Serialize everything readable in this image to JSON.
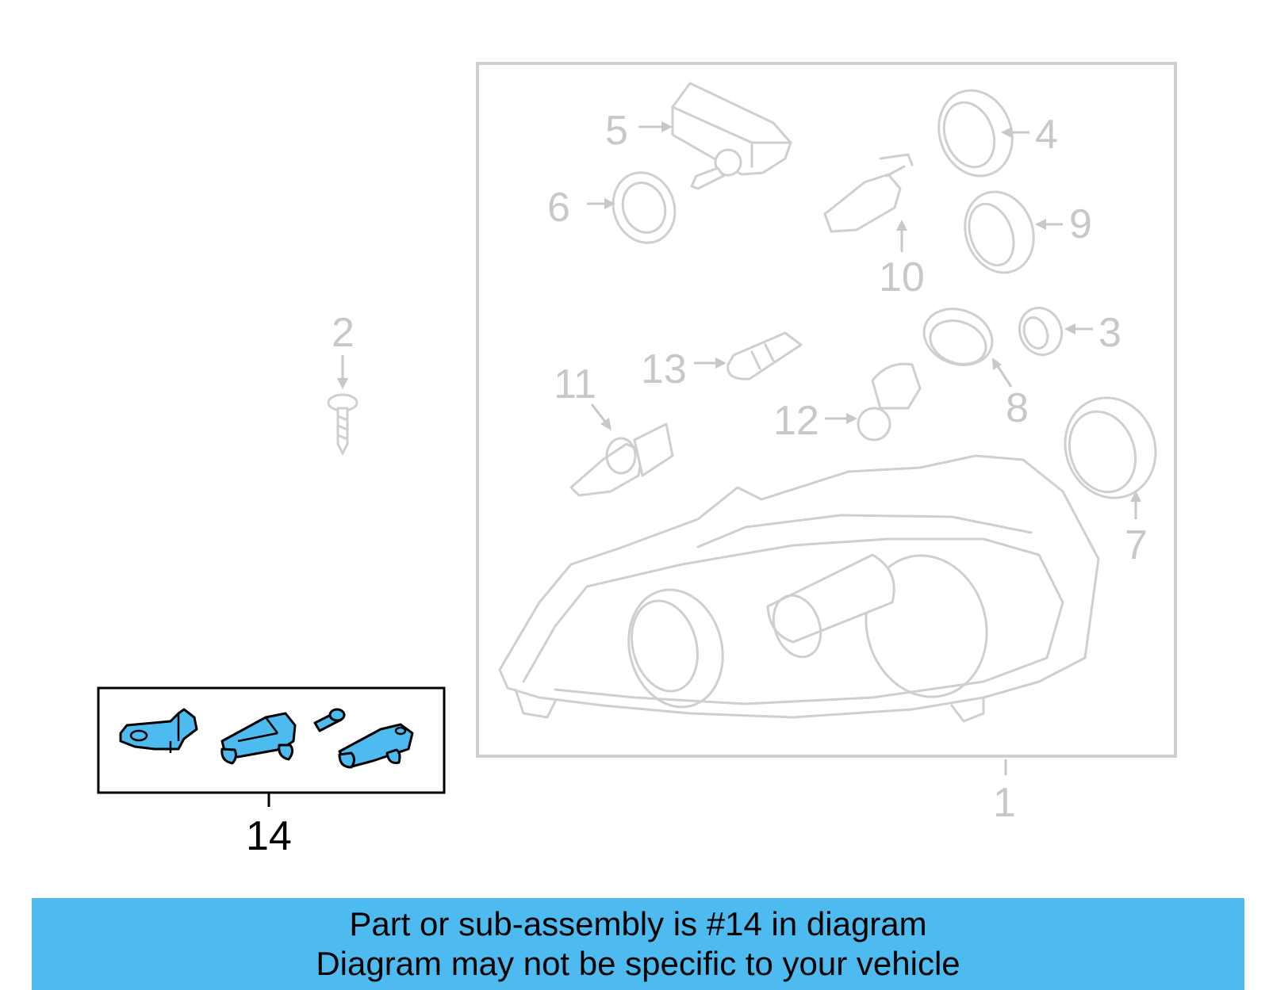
{
  "diagram": {
    "callouts": {
      "c1": "1",
      "c2": "2",
      "c3": "3",
      "c4": "4",
      "c5": "5",
      "c6": "6",
      "c7": "7",
      "c8": "8",
      "c9": "9",
      "c10": "10",
      "c11": "11",
      "c12": "12",
      "c13": "13",
      "c14": "14"
    },
    "highlight_part": "14",
    "colors": {
      "highlight_fill": "#4dbaf0",
      "ghost_stroke": "#cfcfcf",
      "banner_bg": "#4dbaf0"
    }
  },
  "banner": {
    "line1": "Part or sub-assembly is #14 in diagram",
    "line2": "Diagram may not be specific to your vehicle"
  }
}
